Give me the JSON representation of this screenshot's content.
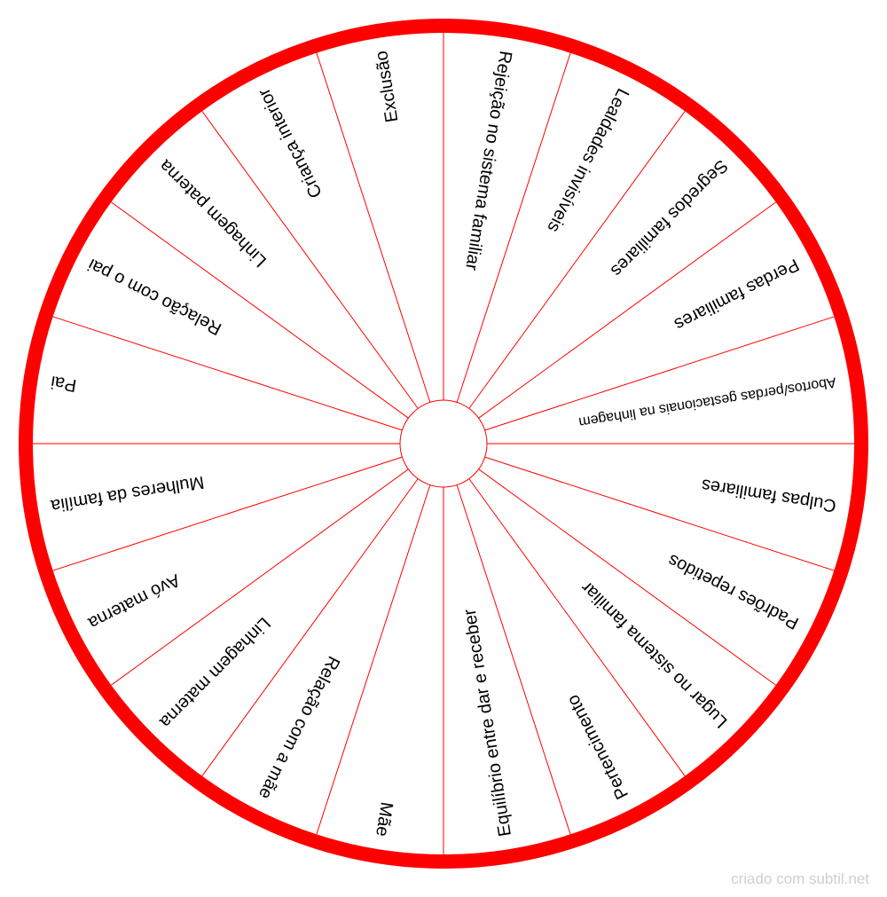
{
  "colors": {
    "ring": "#ff0000",
    "spokes": "#ff0000",
    "text": "#000000",
    "credit": "#cfcfcf"
  },
  "segments": [
    "Rejeição no sistema familiar",
    "Lealdades invisíveis",
    "Segredos familiares",
    "Perdas familiares",
    "Abortos/perdas gestacionais na linhagem",
    "Culpas familiares",
    "Padrões repetidos",
    "Lugar no sistema familiar",
    "Pertencimento",
    "Equilíbrio entre dar e receber",
    "Mãe",
    "Relação com a mãe",
    "Linhagem materna",
    "Avó materna",
    "Mulheres da família",
    "Pai",
    "Relação com o pai",
    "Linhagem paterna",
    "Criança interior",
    "Exclusão"
  ],
  "credit": "criado com subtil.net"
}
